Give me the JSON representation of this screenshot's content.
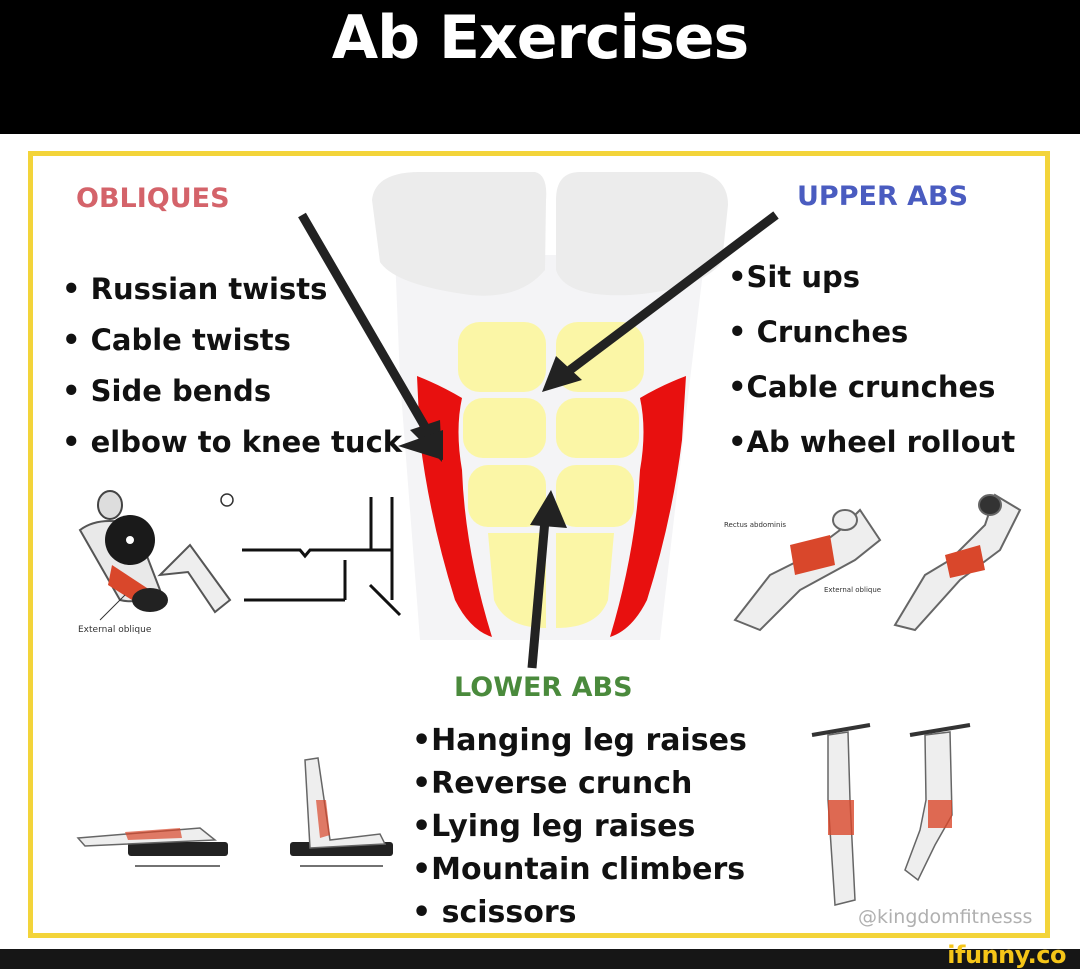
{
  "title": "Ab Exercises",
  "sections": {
    "obliques": {
      "heading": "OBLIQUES",
      "color": "#d4636a",
      "items": [
        "• Russian twists",
        "• Cable twists",
        "• Side bends",
        "• elbow to knee tuck"
      ]
    },
    "upper_abs": {
      "heading": "UPPER ABS",
      "color": "#4a5cc0",
      "items": [
        "•Sit ups",
        "• Crunches",
        "•Cable crunches",
        "•Ab wheel rollout"
      ]
    },
    "lower_abs": {
      "heading": "LOWER ABS",
      "color": "#4a8a3c",
      "items": [
        "•Hanging leg raises",
        "•Reverse crunch",
        "•Lying leg raises",
        "•Mountain climbers",
        "• scissors"
      ]
    }
  },
  "illustrations": {
    "russian_twist_caption": "External oblique",
    "crunch_caption_1": "Rectus abdominis",
    "crunch_caption_2": "External oblique"
  },
  "colors": {
    "frame_border": "#f3d43a",
    "oblique_muscle": "#e8100f",
    "abs_muscle": "#fbf6a6",
    "chest": "#ececec"
  },
  "credit": "@kingdomfitnesss",
  "watermark": "ifunny.co"
}
